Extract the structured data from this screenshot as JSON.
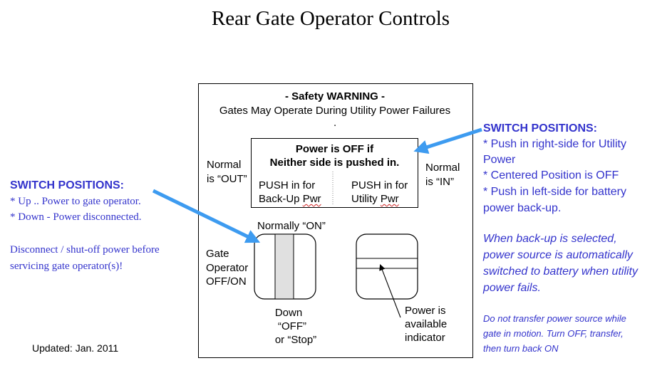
{
  "title": "Rear Gate Operator Controls",
  "colors": {
    "arrow": "#3d9bf0",
    "note_text": "#3333cc",
    "switch_rocker": "#e0e0e0"
  },
  "panel": {
    "warning_heading": "- Safety WARNING -",
    "warning_text": "Gates May Operate During Utility Power Failures",
    "dot": ".",
    "normal_left_1": "Normal",
    "normal_left_2": "is “OUT”",
    "normal_right_1": "Normal",
    "normal_right_2": "is “IN”",
    "power_off_1": "Power is OFF if",
    "power_off_2": "Neither side is pushed in.",
    "push_backup_1": "PUSH in for",
    "push_backup_2a": "Back-Up ",
    "push_backup_2b": "Pwr",
    "push_utility_1": "PUSH in for",
    "push_utility_2a": "Utility ",
    "push_utility_2b": "Pwr",
    "normally_on": "Normally “ON”",
    "gate_label_1": "Gate",
    "gate_label_2": "Operator",
    "gate_label_3": "OFF/ON",
    "down_1": "Down",
    "down_2": "“OFF”",
    "down_3": "or “Stop”",
    "indicator_1": "Power is",
    "indicator_2": "available",
    "indicator_3": "indicator"
  },
  "left_note": {
    "heading": "SWITCH POSITIONS:",
    "line1": "* Up .. Power to gate operator.",
    "line2": "* Down - Power disconnected.",
    "line3": "Disconnect / shut-off power before",
    "line4": "servicing gate operator(s)!"
  },
  "right_note": {
    "heading": "SWITCH POSITIONS:",
    "line1": "*  Push in right-side for Utility",
    "line2": "Power",
    "line3": "*  Centered Position is OFF",
    "line4": "*  Push in left-side for battery",
    "line5": "power back-up.",
    "italic1": "When back-up is selected,",
    "italic2": "power source is automatically",
    "italic3": "switched to battery when utility",
    "italic4": "power fails.",
    "small1": "Do not transfer power source while",
    "small2": "gate in motion. Turn OFF, transfer,",
    "small3": "then turn back ON"
  },
  "updated": "Updated: Jan. 2011"
}
